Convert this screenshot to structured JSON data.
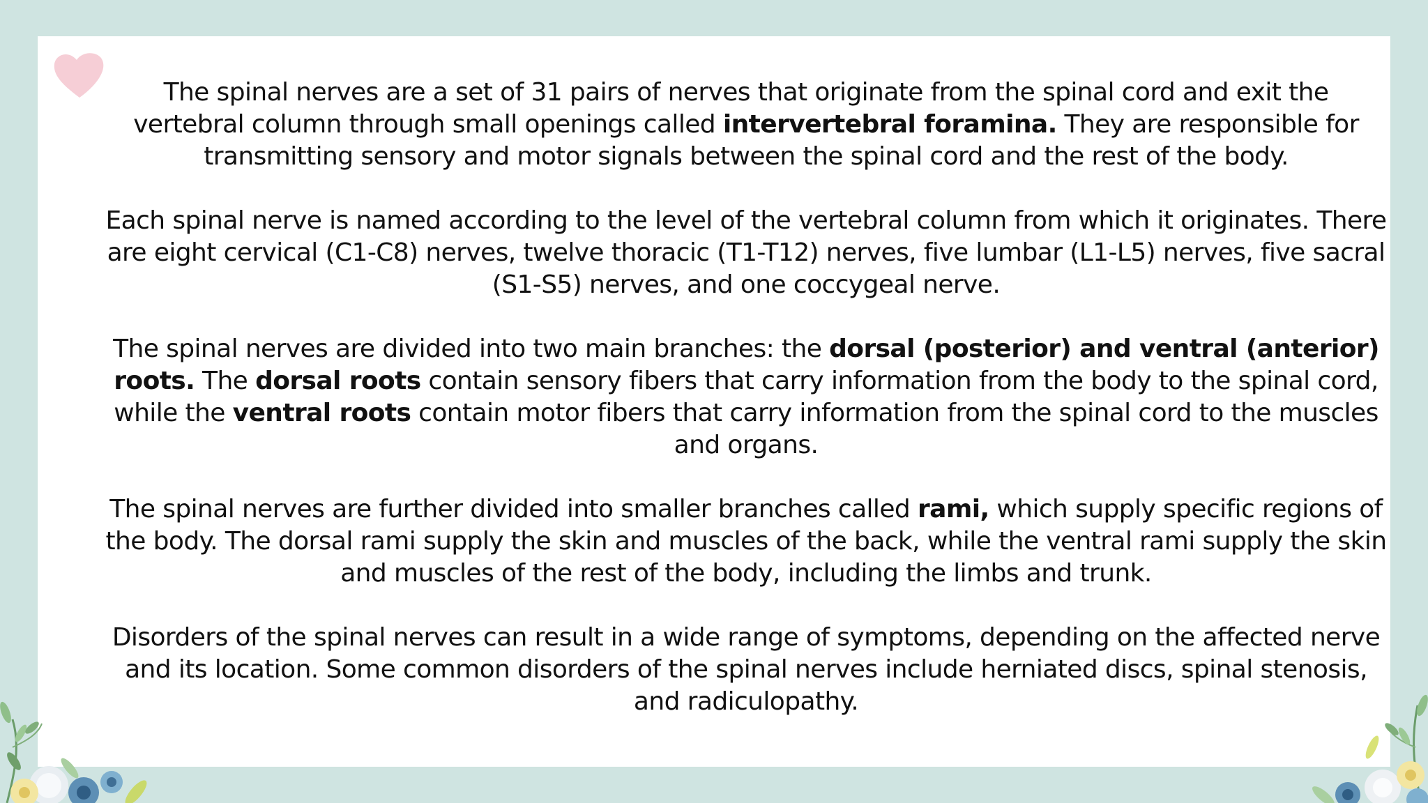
{
  "colors": {
    "background": "#cfe4e1",
    "card": "#ffffff",
    "text": "#111111",
    "heart": "#f5c6cf"
  },
  "paragraphs": [
    {
      "segments": [
        {
          "text": "The spinal nerves are a set of 31 pairs of nerves that originate from the spinal cord and exit the vertebral column through small openings called ",
          "bold": false
        },
        {
          "text": "intervertebral foramina.",
          "bold": true
        },
        {
          "text": " They are responsible for transmitting sensory and motor signals between the spinal cord and the rest of the body.",
          "bold": false
        }
      ]
    },
    {
      "segments": [
        {
          "text": "Each spinal nerve is named according to the level of the vertebral column from which it originates. There are eight cervical (C1-C8) nerves, twelve thoracic (T1-T12) nerves, five lumbar (L1-L5) nerves, five sacral (S1-S5) nerves, and one coccygeal nerve.",
          "bold": false
        }
      ]
    },
    {
      "segments": [
        {
          "text": "The spinal nerves are divided into two main branches: the ",
          "bold": false
        },
        {
          "text": "dorsal (posterior) and ventral (anterior) roots.",
          "bold": true
        },
        {
          "text": " The ",
          "bold": false
        },
        {
          "text": "dorsal roots",
          "bold": true
        },
        {
          "text": " contain sensory fibers that carry information from the body to the spinal cord, while the ",
          "bold": false
        },
        {
          "text": "ventral roots",
          "bold": true
        },
        {
          "text": " contain motor fibers that carry information from the spinal cord to the muscles and organs.",
          "bold": false
        }
      ]
    },
    {
      "segments": [
        {
          "text": "The spinal nerves are further divided into smaller branches called ",
          "bold": false
        },
        {
          "text": "rami,",
          "bold": true
        },
        {
          "text": " which supply specific regions of the body. The dorsal rami supply the skin and muscles of the back, while the ventral rami supply the skin and muscles of the rest of the body, including the limbs and trunk.",
          "bold": false
        }
      ]
    },
    {
      "segments": [
        {
          "text": "Disorders of the spinal nerves can result in a wide range of symptoms, depending on the affected nerve and its location. Some common disorders of the spinal nerves include herniated discs, spinal stenosis, and radiculopathy.",
          "bold": false
        }
      ]
    }
  ]
}
